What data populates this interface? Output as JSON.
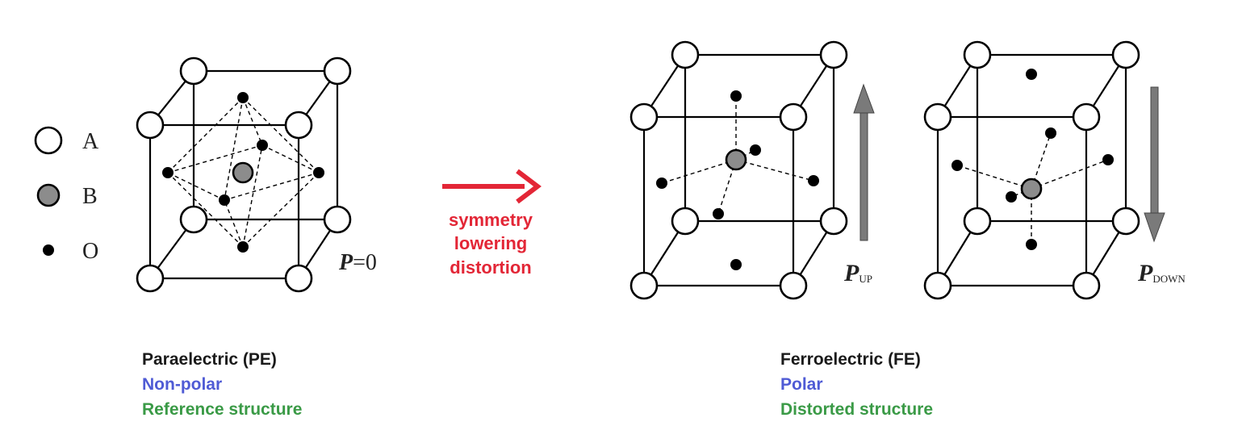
{
  "legend": {
    "items": [
      {
        "symbol": "A",
        "kind": "open-circle"
      },
      {
        "symbol": "B",
        "kind": "gray-circle"
      },
      {
        "symbol": "O",
        "kind": "black-dot"
      }
    ]
  },
  "paraelectric": {
    "polarization_label": "P",
    "polarization_value": "=0",
    "caption": {
      "line1": "Paraelectric (PE)",
      "line2": "Non-polar",
      "line3": "Reference structure"
    }
  },
  "transition": {
    "arrow_color": "#e32636",
    "label": [
      "symmetry",
      "lowering",
      "distortion"
    ]
  },
  "ferroelectric_up": {
    "polarization_label": "P",
    "polarization_subscript": "UP"
  },
  "ferroelectric_down": {
    "polarization_label": "P",
    "polarization_subscript": "DOWN"
  },
  "ferroelectric_caption": {
    "line1": "Ferroelectric (FE)",
    "line2": "Polar",
    "line3": "Distorted structure"
  },
  "colors": {
    "caption_title": "#1a1a1a",
    "caption_property": "#4f5bd5",
    "caption_structure": "#3a9a46",
    "polarization_arrow": "#7a7a7a",
    "atom_B": "#8c8c8c"
  }
}
